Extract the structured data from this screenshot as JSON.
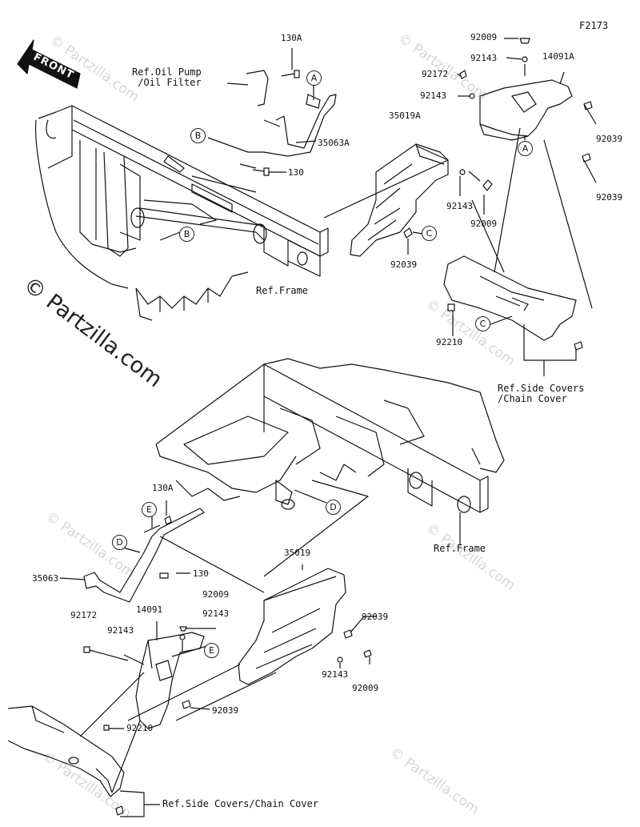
{
  "figure_code": "F2173",
  "copyright": "© Partzilla.com",
  "watermark": "© Partzilla.com",
  "front_arrow": "FRONT",
  "ref_labels": {
    "oil_pump": "Ref.Oil Pump\n/Oil Filter",
    "frame_top": "Ref.Frame",
    "side_covers_top": "Ref.Side Covers\n/Chain Cover",
    "frame_bottom": "Ref.Frame",
    "side_covers_bottom": "Ref.Side Covers/Chain Cover"
  },
  "callouts": {
    "A1": "A",
    "A2": "A",
    "B1": "B",
    "B2": "B",
    "C1": "C",
    "C2": "C",
    "D1": "D",
    "D2": "D",
    "E1": "E",
    "E2": "E"
  },
  "parts": {
    "p130A_top": "130A",
    "p35063A": "35063A",
    "p130_top": "130",
    "p35019A": "35019A",
    "p92009_a": "92009",
    "p92143_a": "92143",
    "p92172_top": "92172",
    "p92143_b": "92143",
    "p14091A": "14091A",
    "p92039_a": "92039",
    "p92039_b": "92039",
    "p92143_c": "92143",
    "p92009_b": "92009",
    "p92039_c": "92039",
    "p92210_top": "92210",
    "p130A_bot": "130A",
    "p35063": "35063",
    "p130_bot": "130",
    "p35019": "35019",
    "p92009_c": "92009",
    "p92143_d": "92143",
    "p92039_d": "92039",
    "p14091": "14091",
    "p92172_bot": "92172",
    "p92143_e": "92143",
    "p92143_f": "92143",
    "p92009_d": "92009",
    "p92039_e": "92039",
    "p92210_bot": "92210"
  }
}
